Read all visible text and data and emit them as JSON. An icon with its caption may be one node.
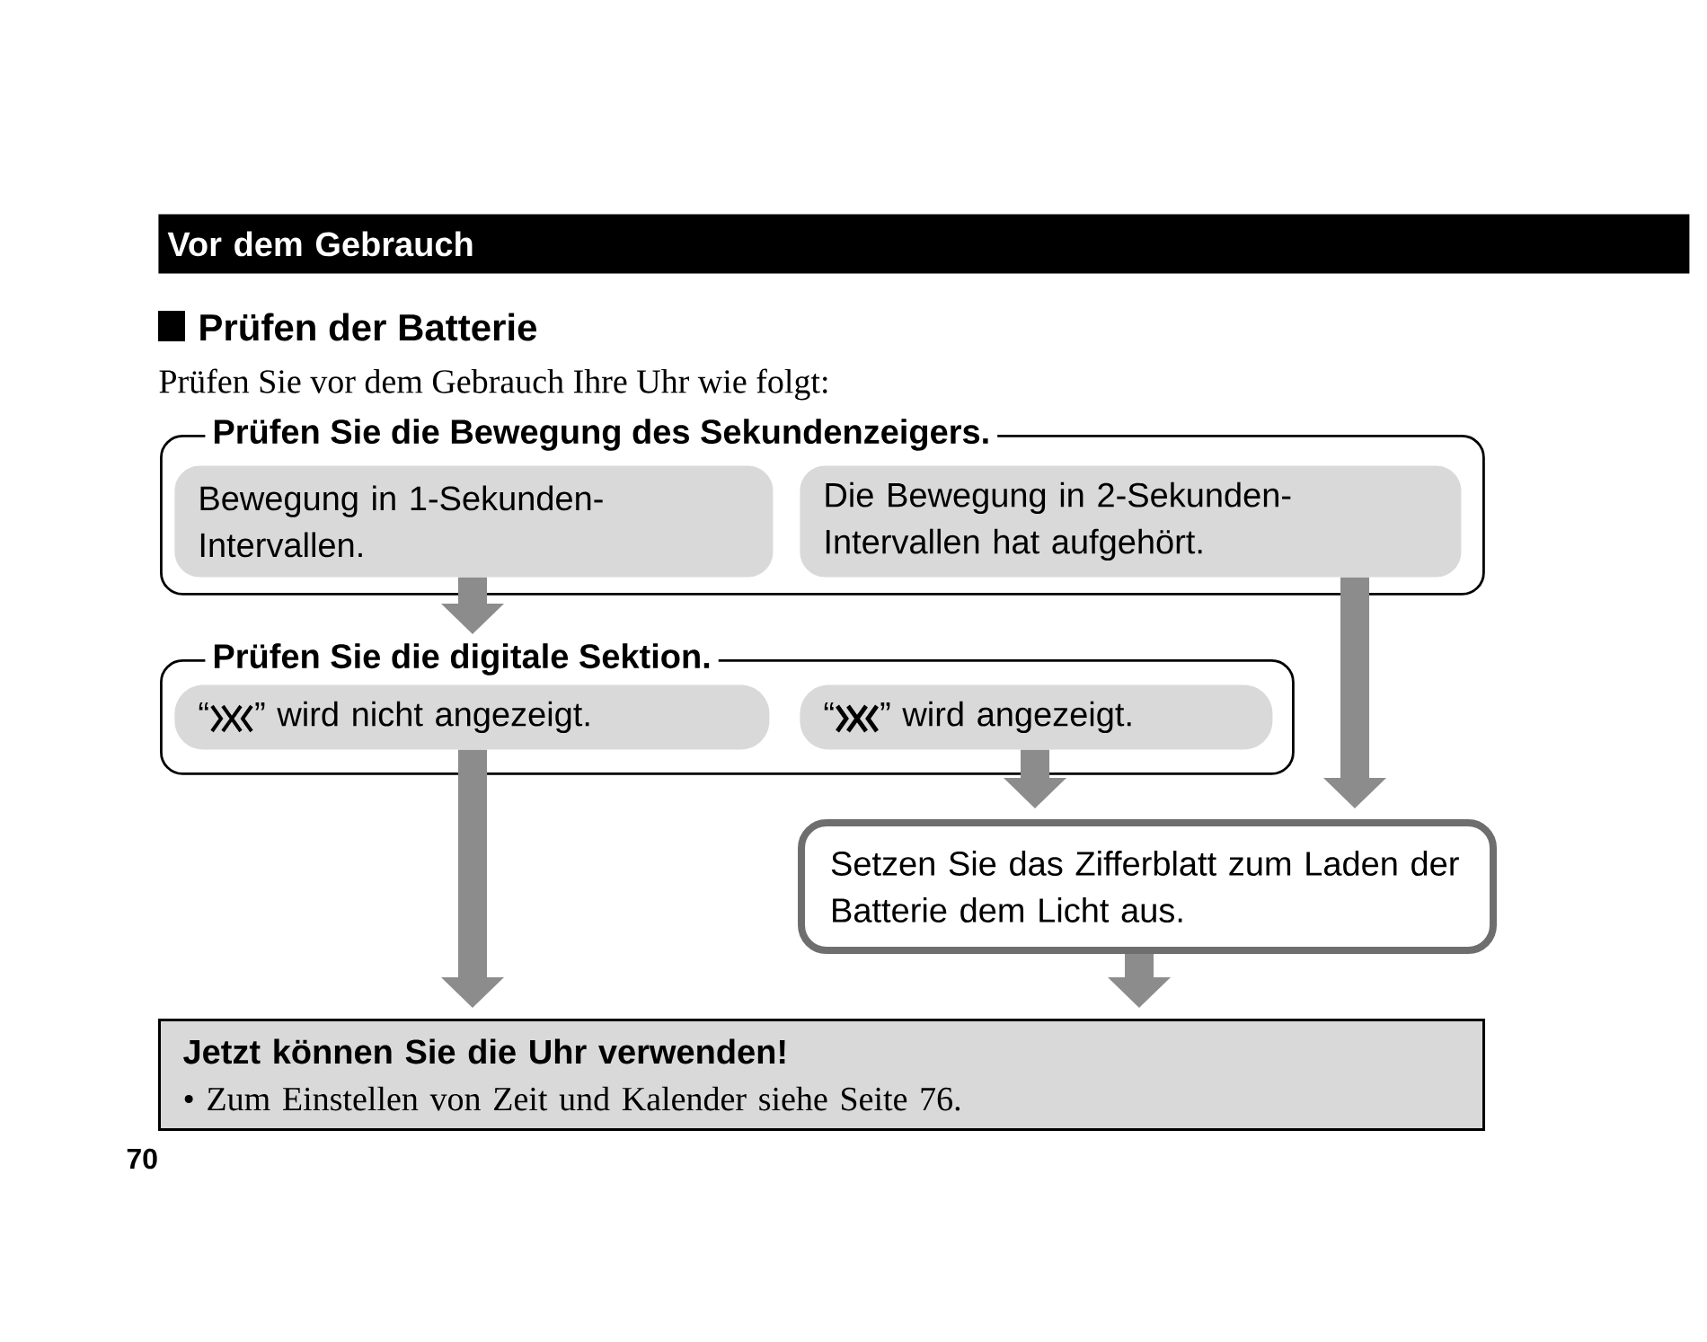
{
  "diagram": {
    "title": "Prüfen der Batterie",
    "nodes": [
      {
        "text": [
          "Prüfen Sie die Bewegung des Sekundenzeigers."
        ]
      },
      {
        "text": [
          "Bewegung in 1-Sekunden-Intervallen."
        ],
        "in": 0
      },
      {
        "text": [
          "Die Bewegung in 2-Sekunden-Intervallen hat aufgehört."
        ],
        "in": 0
      },
      {
        "text": [
          "Prüfen Sie die digitale Sektion."
        ]
      },
      {
        "text": [
          "“",
          "” wird nicht angezeigt."
        ],
        "in": 3
      },
      {
        "text": [
          "“",
          "” wird angezeigt."
        ],
        "in": 3
      },
      {
        "text": [
          "Setzen Sie das Zifferblatt zum Laden der Batterie dem Licht aus."
        ]
      },
      {
        "text": [
          "Jetzt können Sie die Uhr verwenden!",
          "• Zum Einstellen von Zeit und Kalender siehe Seite 76."
        ]
      }
    ],
    "edges": [
      {
        "from": 1,
        "to": 3,
        "arrow": "to"
      },
      {
        "from": 2,
        "to": 6,
        "arrow": "to"
      },
      {
        "from": 4,
        "to": 7,
        "arrow": "to"
      },
      {
        "from": 5,
        "to": 6,
        "arrow": "to"
      },
      {
        "from": 6,
        "to": 7,
        "arrow": "to"
      }
    ],
    "labels": [
      "Vor dem Gebrauch",
      "Prüfen Sie vor dem Gebrauch Ihre Uhr wie folgt:",
      "70"
    ]
  }
}
